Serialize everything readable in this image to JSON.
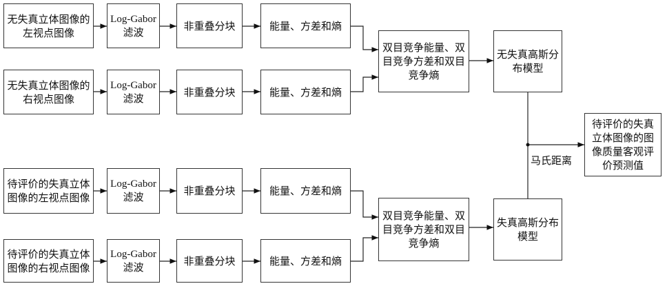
{
  "rows": [
    {
      "source": "无失真立体图像的左视点图像",
      "filter": "Log-Gabor滤波",
      "block": "非重叠分块",
      "feature": "能量、方差和熵"
    },
    {
      "source": "无失真立体图像的右视点图像",
      "filter": "Log-Gabor滤波",
      "block": "非重叠分块",
      "feature": "能量、方差和熵"
    },
    {
      "source": "待评价的失真立体图像的左视点图像",
      "filter": "Log-Gabor滤波",
      "block": "非重叠分块",
      "feature": "能量、方差和熵"
    },
    {
      "source": "待评价的失真立体图像的右视点图像",
      "filter": "Log-Gabor滤波",
      "block": "非重叠分块",
      "feature": "能量、方差和熵"
    }
  ],
  "binocular_top": "双目竞争能量、双目竞争方差和双目竞争熵",
  "binocular_bottom": "双目竞争能量、双目竞争方差和双目竞争熵",
  "model_top": "无失真高斯分布模型",
  "model_bottom": "失真高斯分布模型",
  "distance_label": "马氏距离",
  "result": "待评价的失真立体图像的图像质量客观评价预测值"
}
